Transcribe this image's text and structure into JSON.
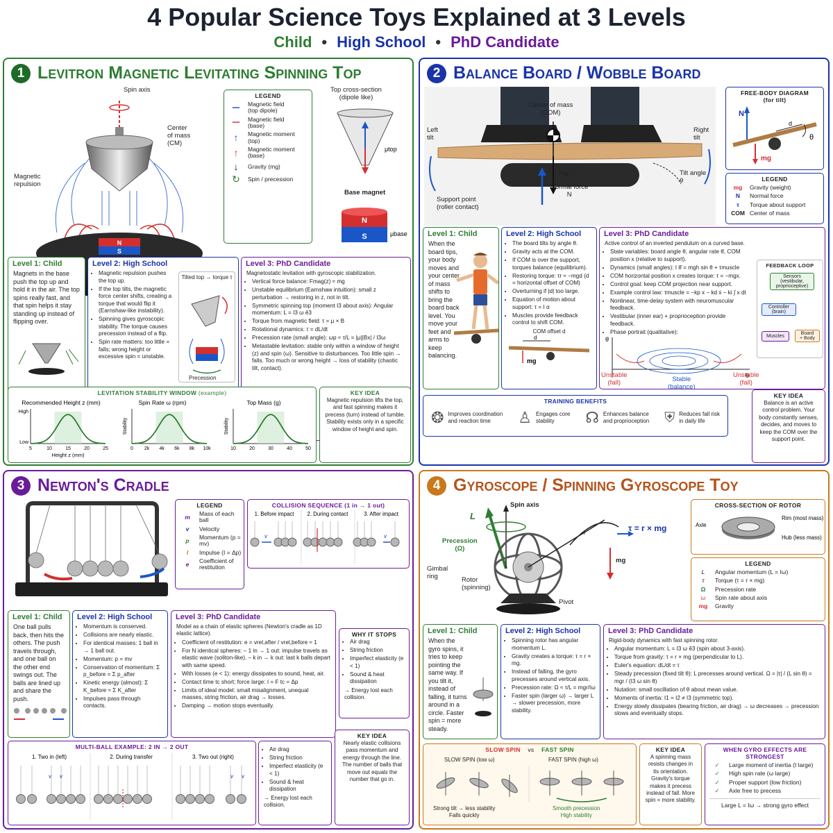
{
  "title": "4 Popular Science Toys Explained at 3 Levels",
  "levels": {
    "child": "Child",
    "high_school": "High School",
    "phd": "PhD Candidate",
    "sep": "•"
  },
  "colors": {
    "green": "#2e7d32",
    "blue": "#1a33a8",
    "purple": "#6a1b9a",
    "orange": "#c9781c",
    "red": "#d32f2f"
  },
  "p1": {
    "num": "1",
    "title": "Levitron Magnetic Levitating Spinning Top",
    "labels": {
      "spin_axis": "Spin axis",
      "com": "Center\nof mass\n(CM)",
      "repulsion": "Magnetic\nrepulsion",
      "top_cross": "Top cross-section\n(dipole like)",
      "mu_top": "μtop",
      "base_magnet": "Base magnet",
      "mu_base": "μbase",
      "n": "N",
      "s": "S"
    },
    "legend": {
      "title": "LEGEND",
      "items": [
        "Magnetic field\n(top dipole)",
        "Magnetic field\n(base)",
        "Magnetic moment\n(top)",
        "Magnetic moment\n(base)",
        "Gravity (mg)",
        "Spin / precession"
      ]
    },
    "child": {
      "title": "Level 1: Child",
      "text": "Magnets in the base push the top up and hold it in the air. The top spins really fast, and that spin helps it stay standing up instead of flipping over."
    },
    "hs": {
      "title": "Level 2: High School",
      "items": [
        "Magnetic repulsion pushes the top up.",
        "If the top tilts, the magnetic force center shifts, creating a torque that would flip it (Earnshaw-like instability).",
        "Spinning gives gyroscopic stability. The torque causes precession instead of a flip.",
        "Spin rate matters: too little = falls; wrong height or excessive spin = unstable."
      ],
      "diagram_label": "Tilted top → torque τ",
      "precession": "Precession"
    },
    "phd": {
      "title": "Level 3: PhD Candidate",
      "intro": "Magnetostatic levitation with gyroscopic stabilization.",
      "items": [
        "Vertical force balance:   Fmag(z) ≈ mg",
        "Unstable equilibrium (Earnshaw intuition): small z perturbation → restoring in z, not in tilt.",
        "Symmetric spinning top (moment I3 about axis): Angular momentum:   L = I3 ω ê3",
        "Torque from magnetic field:   τ = μ × B",
        "Rotational dynamics:   τ = dL/dt",
        "Precession rate (small angle):   ωp ≈ τ/L = |μ||Bx| / I3ω",
        "Metastable levitation: stable only within a window of height (z) and spin (ω). Sensitive to disturbances. Too little spin → falls. Too much or wrong height → loss of stability (chaotic tilt, contact)."
      ]
    },
    "window": {
      "title": "LEVITATION STABILITY WINDOW",
      "title_note": "(example)",
      "charts": [
        {
          "title": "Recommended Height z (mm)",
          "ylabel": "",
          "yticks": [
            "High",
            "Low"
          ],
          "xticks": [
            "5",
            "10",
            "15",
            "20",
            "25"
          ],
          "xlabel": "Height z (mm)"
        },
        {
          "title": "Spin Rate ω (rpm)",
          "ylabel": "Stability",
          "yticks": [],
          "xticks": [
            "0",
            "2k",
            "4k",
            "6k",
            "8k",
            "10k"
          ],
          "xlabel": ""
        },
        {
          "title": "Top Mass (g)",
          "ylabel": "Stability",
          "yticks": [],
          "xticks": [
            "10",
            "20",
            "30",
            "40",
            "50"
          ],
          "xlabel": ""
        }
      ]
    },
    "key": {
      "title": "KEY IDEA",
      "text": "Magnetic repulsion lifts the top, and fast spinning makes it precess (turn) instead of tumble. Stability exists only in a specific window of height and spin."
    }
  },
  "p2": {
    "num": "2",
    "title": "Balance Board / Wobble Board",
    "labels": {
      "com": "Center of mass\n(COM)",
      "left_tilt": "Left\ntilt",
      "right_tilt": "Right\ntilt",
      "mg": "mg",
      "tilt_angle": "Tilt angle\nθ",
      "normal": "Normal force\nN",
      "support": "Support point\n(roller contact)"
    },
    "fbd": {
      "title": "FREE-BODY DIAGRAM\n(for tilt)",
      "n": "N",
      "mg": "mg",
      "d": "d",
      "theta": "θ"
    },
    "legend": {
      "title": "LEGEND",
      "items": [
        {
          "sym": "mg",
          "text": "Gravity (weight)"
        },
        {
          "sym": "N",
          "text": "Normal force"
        },
        {
          "sym": "τ",
          "text": "Torque about support"
        },
        {
          "sym": "COM",
          "text": "Center of mass"
        }
      ]
    },
    "child": {
      "title": "Level 1: Child",
      "text": "When the board tips, your body moves and your center of mass shifts to bring the board back level. You move your feet and arms to keep balancing."
    },
    "hs": {
      "title": "Level 2: High School",
      "items": [
        "The board tilts by angle θ.",
        "Gravity acts at the COM.",
        "If COM is over the support, torques balance (equilibrium).",
        "Restoring torque:   τr ≈ −mgd (d = horizontal offset of COM)",
        "Overturning if |d| too large.",
        "Equation of motion about support:   τ = I α",
        "Muscles provide feedback control to shift COM."
      ],
      "com_offset": "COM offset d",
      "d": "d",
      "mg": "mg"
    },
    "phd": {
      "title": "Level 3: PhD Candidate",
      "intro": "Active control of an inverted pendulum on a curved base.",
      "items": [
        "State variables: board angle θ, angular rate θ̇, COM position x (relative to support).",
        "Dynamics (small angles):   I θ̈ = mgh sin θ + τmuscle",
        "COM horizontal position x creates torque:   τ = −mgx.",
        "Control goal: keep COM projection near support.",
        "Example control law:   τmuscle = −kp x − kd ẋ − ki ∫ x dt",
        "Nonlinear, time-delay system with neuromuscular feedback.",
        "Vestibular (inner ear) + proprioception provide feedback.",
        "Phase portrait (qualitative):"
      ],
      "loop_title": "FEEDBACK LOOP",
      "sensors": "Sensors\n(vestibular,\nproprioceptive)",
      "controller": "Controller\n(brain)",
      "muscles": "Muscles",
      "board": "Board\n+ Body",
      "unstable_l": "Unstable\n(fall)",
      "stable": "Stable\n(balance)",
      "unstable_r": "Unstable\n(fall)",
      "theta_dot": "θ̇",
      "theta": "θ"
    },
    "benefits": {
      "title": "TRAINING BENEFITS",
      "items": [
        "Improves coordination\nand reaction time",
        "Engages core\nstability",
        "Enhances balance\nand proprioception",
        "Reduces fall risk\nin daily life"
      ]
    },
    "key": {
      "title": "KEY IDEA",
      "text": "Balance is an active control problem. Your body constantly senses, decides, and moves to keep the COM over the support point."
    }
  },
  "p3": {
    "num": "3",
    "title": "Newton's Cradle",
    "legend": {
      "title": "LEGEND",
      "items": [
        {
          "sym": "m",
          "text": "Mass of each ball"
        },
        {
          "sym": "v",
          "text": "Velocity"
        },
        {
          "sym": "p",
          "text": "Momentum (p = mv)"
        },
        {
          "sym": "I",
          "text": "Impulse (I = Δp)"
        },
        {
          "sym": "e",
          "text": "Coefficient of\nrestitution"
        }
      ]
    },
    "collision": {
      "title": "COLLISION SEQUENCE (1 in → 1 out)",
      "steps": [
        "1. Before impact",
        "2. During contact",
        "3. After impact"
      ],
      "v": "v"
    },
    "child": {
      "title": "Level 1: Child",
      "text": "One ball pulls back, then hits the others. The push travels through, and one ball on the other end swings out. The balls are lined up and share the push."
    },
    "hs": {
      "title": "Level 2: High School",
      "items": [
        "Momentum is conserved.",
        "Collisions are nearly elastic.",
        "For identical masses: 1 ball in → 1 ball out.",
        "Momentum:   p = mv",
        "Conservation of momentum: Σ p_before = Σ p_after",
        "Kinetic energy (almost): Σ K_before ≈ Σ K_after",
        "Impulses pass through contacts."
      ]
    },
    "phd": {
      "title": "Level 3: PhD Candidate",
      "intro": "Model as a chain of elastic spheres (Newton's cradle as 1D elastic lattice).",
      "items": [
        "Coefficient of restitution:   e = vrel,after / vrel,before ≈ 1",
        "For N identical spheres: – 1 in → 1 out: impulse travels as elastic wave (soliton-like). – k in → k out: last k balls depart with same speed.",
        "With losses (e < 1): energy dissipates to sound, heat, air.",
        "Contact time tc short; force large:   I = F tc = Δp",
        "Limits of ideal model: small misalignment, unequal masses, string friction, air drag → losses.",
        "Damping → motion stops eventually."
      ]
    },
    "why": {
      "title": "WHY IT STOPS",
      "items": [
        "Air drag",
        "String friction",
        "Imperfect elasticity (e < 1)",
        "Sound & heat dissipation"
      ],
      "result": "→ Energy lost each collision."
    },
    "multi": {
      "title": "MULTI-BALL EXAMPLE: 2 IN → 2 OUT",
      "steps": [
        "1. Two in (left)",
        "2. During transfer",
        "3. Two out (right)"
      ],
      "v": "v",
      "notes": [
        "Air drag",
        "String friction",
        "Imperfect elasticity (e < 1)",
        "Sound & heat dissipation"
      ],
      "result": "→ Energy lost each collision."
    },
    "key": {
      "title": "KEY IDEA",
      "text": "Nearly elastic collisions pass momentum and energy through the line. The number of balls that move out equals the number that go in."
    }
  },
  "p4": {
    "num": "4",
    "title": "Gyroscope / Spinning Gyroscope Toy",
    "labels": {
      "spin_axis": "Spin axis",
      "L": "L",
      "precession": "Precession\n(Ω)",
      "gimbal": "Gimbal\nring",
      "rotor": "Rotor\n(spinning)",
      "pivot": "Pivot",
      "r": "r",
      "tau": "τ = r × mg",
      "mg": "mg"
    },
    "rotor_cs": {
      "title": "CROSS-SECTION OF ROTOR",
      "axle": "Axle",
      "rim": "Rim (most mass)",
      "hub": "Hub\n(less mass)"
    },
    "legend": {
      "title": "LEGEND",
      "items": [
        {
          "sym": "L",
          "text": "Angular momentum (L = Iω)"
        },
        {
          "sym": "τ",
          "text": "Torque (τ = r × mg)"
        },
        {
          "sym": "Ω",
          "text": "Precession rate"
        },
        {
          "sym": "ω",
          "text": "Spin rate about axis"
        },
        {
          "sym": "mg",
          "text": "Gravity"
        }
      ]
    },
    "child": {
      "title": "Level 1: Child",
      "text": "When the gyro spins, it tries to keep pointing the same way. If you tilt it, instead of falling, it turns around in a circle. Faster spin = more steady."
    },
    "hs": {
      "title": "Level 2: High School",
      "items": [
        "Spinning rotor has angular momentum L.",
        "Gravity creates a torque:   τ = r × mg.",
        "Instead of falling, the gyro precesses around vertical axis.",
        "Precession rate:   Ω ≈ τ/L = mgr/Iω",
        "Faster spin (larger ω) → larger L → slower precession, more stability."
      ]
    },
    "phd": {
      "title": "Level 3: PhD Candidate",
      "intro": "Rigid-body dynamics with fast spinning rotor.",
      "items": [
        "Angular momentum:   L = I3 ω ê3 (spin about 3-axis).",
        "Torque from gravity:   τ = r × mg (perpendicular to L).",
        "Euler's equation:   dL/dt = τ",
        "Steady precession (fixed tilt θ): L precesses around vertical.   Ω = |τ| / (L sin θ) = mgr / (I3 ω sin θ)",
        "Nutation: small oscillation of θ about mean value.",
        "Moments of inertia: I1 = I2 ≠ I3 (symmetric top).",
        "Energy slowly dissipates (bearing friction, air drag) → ω decreases → precession slows and eventually stops."
      ]
    },
    "spin": {
      "slow": "SLOW SPIN",
      "vs": "vs",
      "fast": "FAST SPIN",
      "slow_label": "SLOW SPIN (low ω)",
      "fast_label": "FAST SPIN (high ω)",
      "slow_caption": "Strong tilt → less stability\nFalls quickly",
      "fast_caption": "Smooth precession\nHigh stability"
    },
    "key": {
      "title": "KEY IDEA",
      "text": "A spinning mass resists changes in its orientation. Gravity's torque makes it precess instead of fall. More spin = more stability."
    },
    "strongest": {
      "title": "WHEN GYRO EFFECTS ARE STRONGEST",
      "items": [
        "Large moment of inertia (I large)",
        "High spin rate (ω large)",
        "Proper support (low friction)",
        "Axle free to precess"
      ],
      "result": "Large L = Iω → strong gyro effect"
    }
  }
}
